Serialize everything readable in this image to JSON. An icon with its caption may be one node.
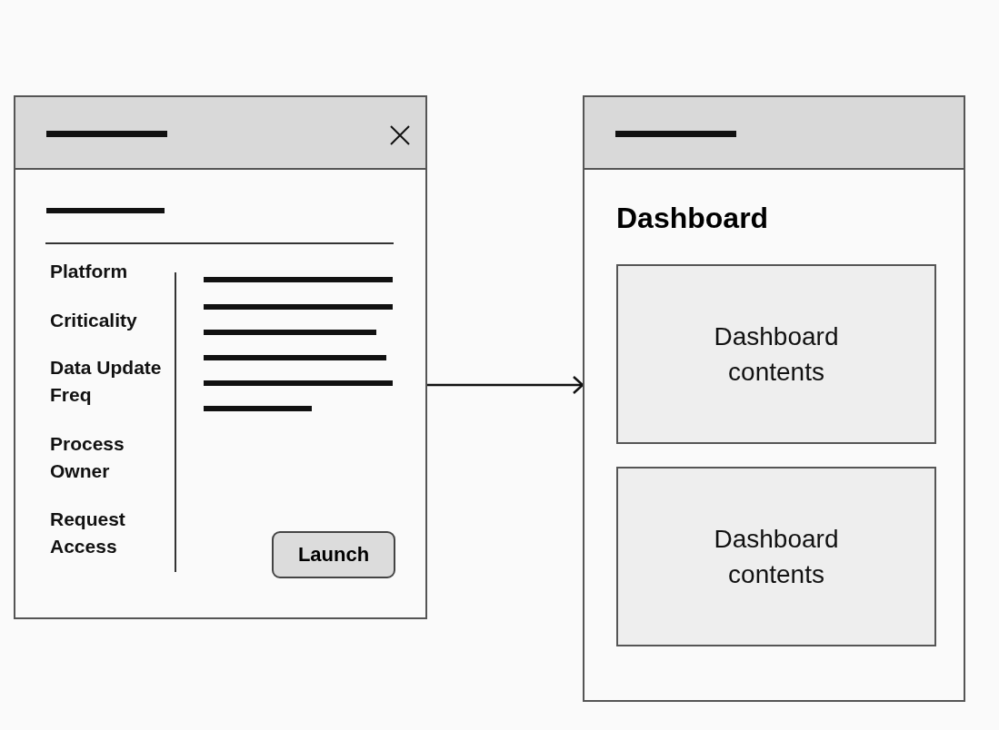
{
  "diagram": {
    "nodes": [
      {
        "text": [
          "Platform",
          "Criticality",
          "Data Update Freq",
          "Process Owner",
          "Request Access"
        ]
      },
      {
        "text": [
          "Launch"
        ],
        "in": 0
      },
      {
        "text": [
          "Dashboard"
        ]
      },
      {
        "text": [
          "Dashboard contents"
        ],
        "in": 2
      },
      {
        "text": [
          "Dashboard contents"
        ],
        "in": 2
      }
    ],
    "edges": [
      {
        "from": 0,
        "to": 2,
        "arrow": "to"
      }
    ]
  }
}
